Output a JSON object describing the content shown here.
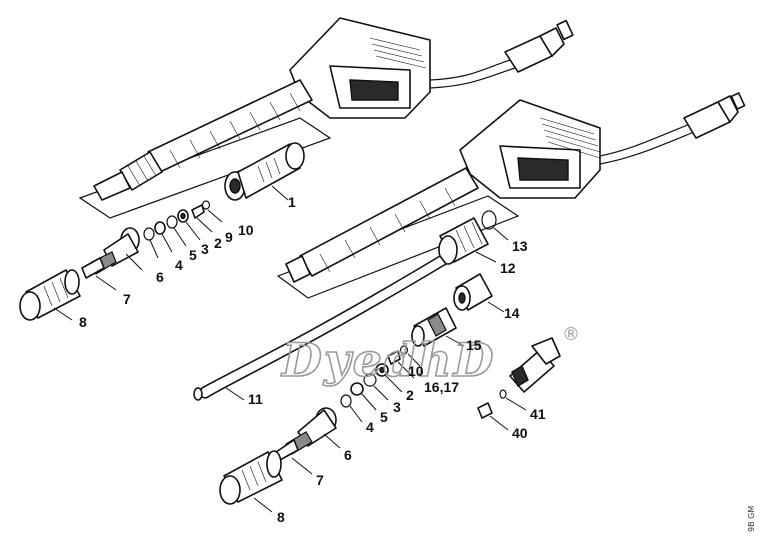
{
  "watermark": {
    "text": "DyedhD",
    "mark": "®"
  },
  "drawing_code": "9B GM",
  "callouts_upper": [
    "1",
    "10",
    "9",
    "2",
    "3",
    "5",
    "4",
    "6",
    "7",
    "8"
  ],
  "callouts_lower": [
    "13",
    "12",
    "14",
    "15",
    "10",
    "16,17",
    "2",
    "3",
    "5",
    "4",
    "11",
    "41",
    "40",
    "6",
    "7",
    "8"
  ]
}
